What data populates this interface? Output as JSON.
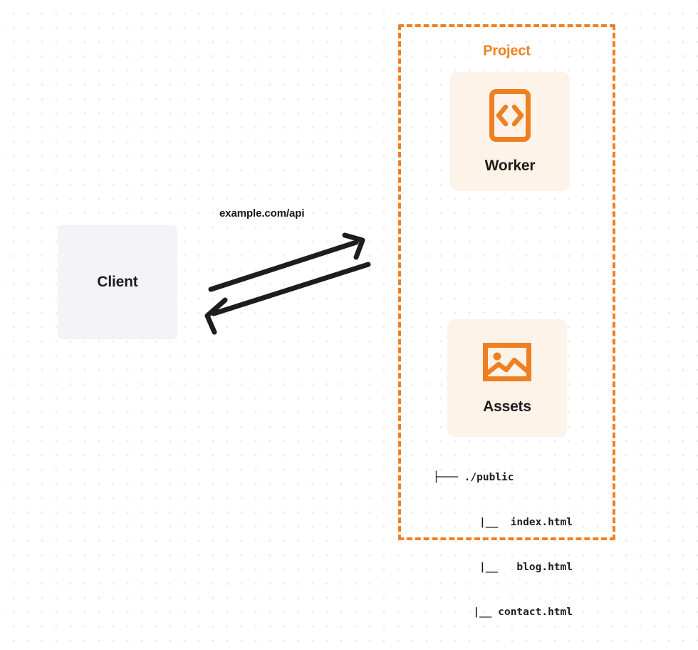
{
  "diagram": {
    "title": "Worker and Assets request flow",
    "colors": {
      "accent_orange": "#ef8022",
      "card_background": "#fdf3e9",
      "client_background": "#f4f4f6",
      "text_dark": "#1d1d1d",
      "dot_grid": "#ebebeb"
    }
  },
  "client": {
    "label": "Client"
  },
  "edge": {
    "label": "example.com/api"
  },
  "project": {
    "title": "Project",
    "cards": [
      {
        "label": "Worker",
        "icon": "code-brackets-icon"
      },
      {
        "label": "Assets",
        "icon": "image-icon"
      }
    ],
    "file_tree": [
      "├─── ./public",
      "   |__  index.html",
      "   |__   blog.html",
      "   |__ contact.html"
    ]
  }
}
